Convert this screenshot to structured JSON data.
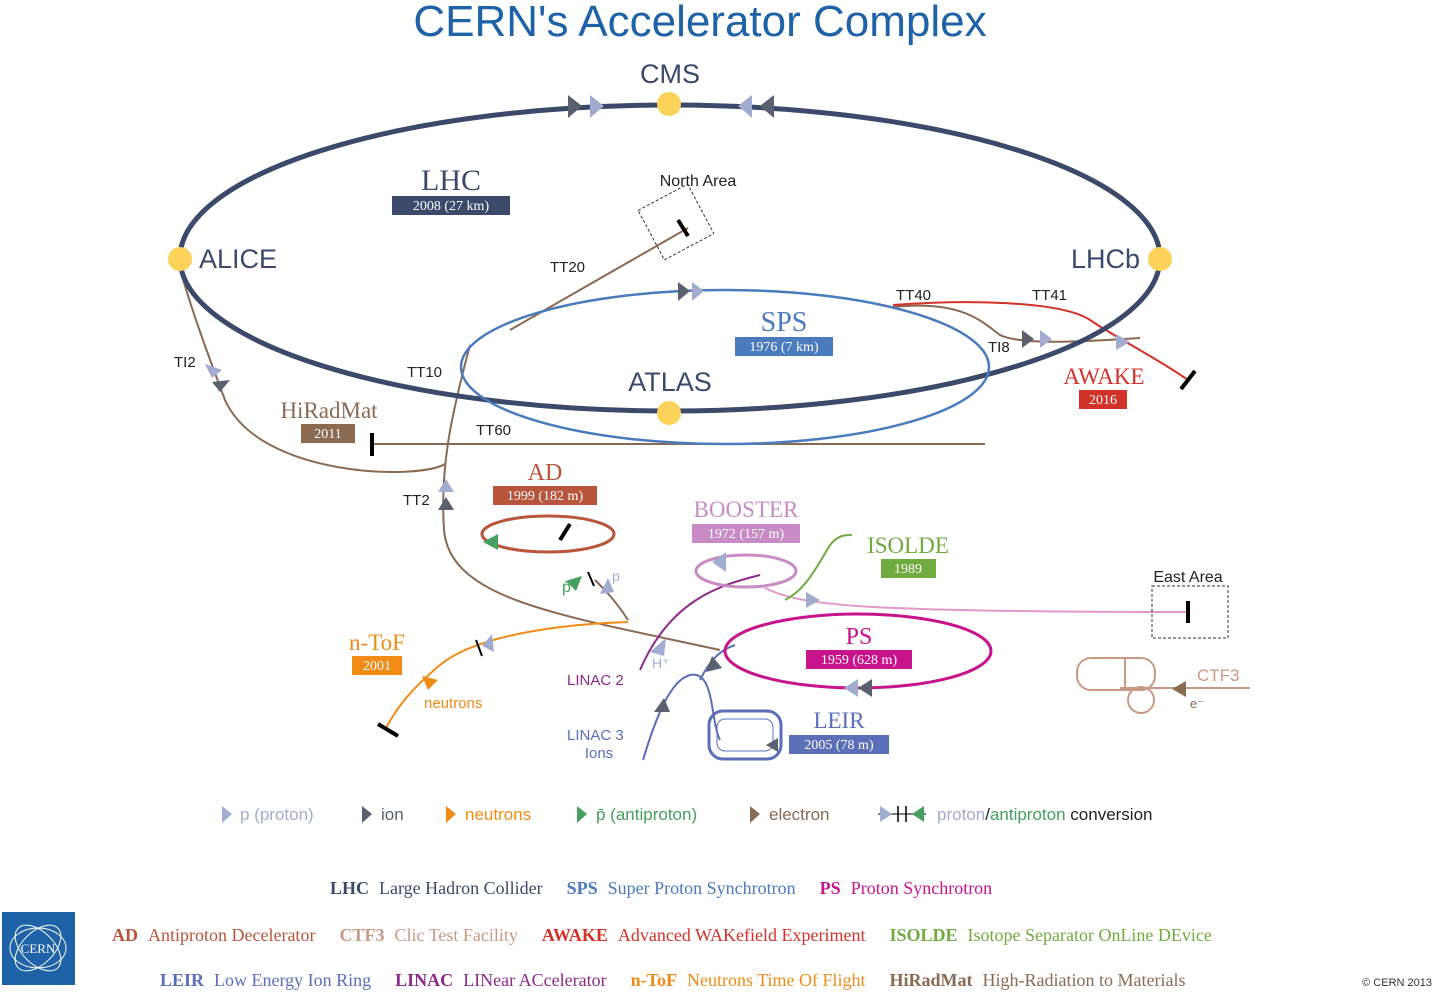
{
  "title": "CERN's Accelerator Complex",
  "colors": {
    "lhc": "#3b4a6b",
    "sps": "#4a7bbd",
    "ps": "#c8148c",
    "booster": "#c98bc6",
    "isolde": "#6fab3f",
    "ad": "#b8553b",
    "ntof": "#f08c16",
    "leir": "#5a6fb8",
    "linac2": "#8e2a8c",
    "linac3": "#5a6fb8",
    "awake": "#d23228",
    "hiradmat": "#8b6a52",
    "transfer": "#8b6a52",
    "ctf3": "#c99a83",
    "proton_arrow": "#a2acd0",
    "ion_arrow": "#5a6070",
    "neutron_arrow": "#f08c16",
    "antiproton_arrow": "#45a05e",
    "electron_arrow": "#8b6a52",
    "title": "#1e62a8",
    "detector": "#fcd25a"
  },
  "detectors": {
    "cms": "CMS",
    "alice": "ALICE",
    "lhcb": "LHCb",
    "atlas": "ATLAS"
  },
  "machines": {
    "lhc": {
      "name": "LHC",
      "info": "2008 (27 km)"
    },
    "sps": {
      "name": "SPS",
      "info": "1976 (7 km)"
    },
    "awake": {
      "name": "AWAKE",
      "info": "2016"
    },
    "hiradmat": {
      "name": "HiRadMat",
      "info": "2011"
    },
    "ad": {
      "name": "AD",
      "info": "1999 (182 m)"
    },
    "booster": {
      "name": "BOOSTER",
      "info": "1972 (157 m)"
    },
    "isolde": {
      "name": "ISOLDE",
      "info": "1989"
    },
    "ps": {
      "name": "PS",
      "info": "1959 (628 m)"
    },
    "ntof": {
      "name": "n-ToF",
      "info": "2001"
    },
    "leir": {
      "name": "LEIR",
      "info": "2005 (78 m)"
    }
  },
  "areas": {
    "north": "North Area",
    "east": "East Area"
  },
  "lines": {
    "tt20": "TT20",
    "tt40": "TT40",
    "tt41": "TT41",
    "ti8": "TI8",
    "ti2": "TI2",
    "tt10": "TT10",
    "tt60": "TT60",
    "tt2": "TT2"
  },
  "misc": {
    "neutrons": "neutrons",
    "linac2": "LINAC 2",
    "linac3_line1": "LINAC 3",
    "linac3_line2": "Ions",
    "hplus": "H⁺",
    "pbar": "p̄",
    "p": "p",
    "ctf3": "CTF3",
    "eminus": "e⁻",
    "copyright": "© CERN 2013",
    "logo_text": "CERN"
  },
  "legend": [
    {
      "key": "proton",
      "label": "p (proton)",
      "color": "#a2acd0"
    },
    {
      "key": "ion",
      "label": "ion",
      "color": "#5a6070"
    },
    {
      "key": "neutrons",
      "label": "neutrons",
      "color": "#f08c16"
    },
    {
      "key": "antiproton",
      "label": "p̄ (antiproton)",
      "color": "#45a05e"
    },
    {
      "key": "electron",
      "label": "electron",
      "color": "#8b6a52"
    }
  ],
  "conversion": {
    "proton": "proton",
    "slash": "/",
    "antiproton": "antiproton",
    "rest": " conversion"
  },
  "glossary": [
    [
      {
        "abbr": "LHC",
        "full": "Large Hadron Collider",
        "abbr_color": "#3b4a6b",
        "full_color": "#3b4a6b"
      },
      {
        "abbr": "SPS",
        "full": "Super Proton Synchrotron",
        "abbr_color": "#4a7bbd",
        "full_color": "#4a7bbd"
      },
      {
        "abbr": "PS",
        "full": "Proton Synchrotron",
        "abbr_color": "#c8148c",
        "full_color": "#c8148c"
      }
    ],
    [
      {
        "abbr": "AD",
        "full": "Antiproton Decelerator",
        "abbr_color": "#b8553b",
        "full_color": "#b8553b"
      },
      {
        "abbr": "CTF3",
        "full": "Clic Test Facility",
        "abbr_color": "#c99a83",
        "full_color": "#c99a83"
      },
      {
        "abbr": "AWAKE",
        "full": "Advanced WAKefield Experiment",
        "abbr_color": "#d23228",
        "full_color": "#d23228"
      },
      {
        "abbr": "ISOLDE",
        "full": "Isotope Separator OnLine DEvice",
        "abbr_color": "#6fab3f",
        "full_color": "#6fab3f"
      }
    ],
    [
      {
        "abbr": "LEIR",
        "full": "Low Energy Ion Ring",
        "abbr_color": "#5a6fb8",
        "full_color": "#5a6fb8"
      },
      {
        "abbr": "LINAC",
        "full": "LINear ACcelerator",
        "abbr_color": "#8e2a8c",
        "full_color": "#8e2a8c"
      },
      {
        "abbr": "n-ToF",
        "full": "Neutrons Time Of Flight",
        "abbr_color": "#f08c16",
        "full_color": "#f08c16"
      },
      {
        "abbr": "HiRadMat",
        "full": "High-Radiation to Materials",
        "abbr_color": "#8b6a52",
        "full_color": "#8b6a52"
      }
    ]
  ]
}
